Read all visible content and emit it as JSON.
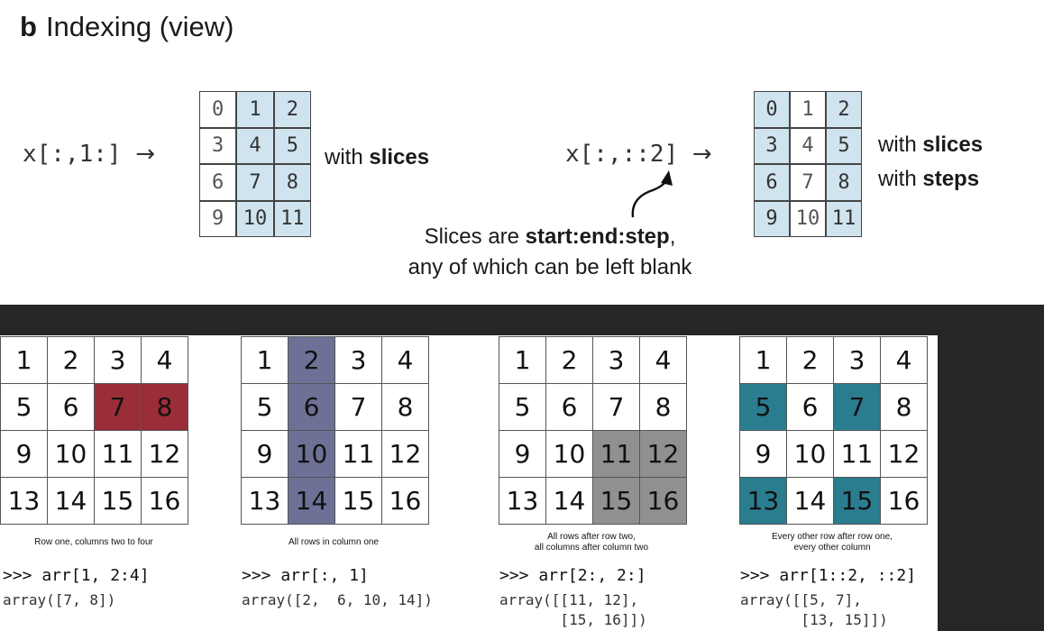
{
  "title": {
    "letter": "b",
    "text": "Indexing (view)"
  },
  "top": {
    "left": {
      "expr": "x[:,1:]",
      "arrow": "→",
      "cells": [
        "0",
        "1",
        "2",
        "3",
        "4",
        "5",
        "6",
        "7",
        "8",
        "9",
        "10",
        "11"
      ],
      "highlight": [
        false,
        true,
        true,
        false,
        true,
        true,
        false,
        true,
        true,
        false,
        true,
        true
      ],
      "label_pre": "with ",
      "label_bold": "slices"
    },
    "right": {
      "expr": "x[:,::2]",
      "arrow": "→",
      "cells": [
        "0",
        "1",
        "2",
        "3",
        "4",
        "5",
        "6",
        "7",
        "8",
        "9",
        "10",
        "11"
      ],
      "highlight": [
        true,
        false,
        true,
        true,
        false,
        true,
        true,
        false,
        true,
        true,
        false,
        true
      ],
      "label1_pre": "with ",
      "label1_bold": "slices",
      "label2_pre": "with ",
      "label2_bold": "steps"
    },
    "note": {
      "line1_pre": "Slices are ",
      "line1_bold": "start:end:step",
      "line1_post": ",",
      "line2": "any of which can be left blank"
    },
    "colors": {
      "highlight": "#cfe4ef",
      "border": "#444444"
    }
  },
  "bottom": {
    "panels": [
      {
        "cells": [
          "1",
          "2",
          "3",
          "4",
          "5",
          "6",
          "7",
          "8",
          "9",
          "10",
          "11",
          "12",
          "13",
          "14",
          "15",
          "16"
        ],
        "highlight": [
          6,
          7
        ],
        "color": "#9b2d38",
        "caption": "Row one, columns two to four",
        "expr": ">>> arr[1, 2:4]",
        "result": "array([7, 8])"
      },
      {
        "cells": [
          "1",
          "2",
          "3",
          "4",
          "5",
          "6",
          "7",
          "8",
          "9",
          "10",
          "11",
          "12",
          "13",
          "14",
          "15",
          "16"
        ],
        "highlight": [
          1,
          5,
          9,
          13
        ],
        "color": "#6e7196",
        "caption": "All rows in column one",
        "expr": ">>> arr[:, 1]",
        "result": "array([2,  6, 10, 14])"
      },
      {
        "cells": [
          "1",
          "2",
          "3",
          "4",
          "5",
          "6",
          "7",
          "8",
          "9",
          "10",
          "11",
          "12",
          "13",
          "14",
          "15",
          "16"
        ],
        "highlight": [
          10,
          11,
          14,
          15
        ],
        "color": "#8e9190",
        "caption": "All rows after row two,\nall columns after column two",
        "expr": ">>> arr[2:, 2:]",
        "result": "array([[11, 12],\n       [15, 16]])"
      },
      {
        "cells": [
          "1",
          "2",
          "3",
          "4",
          "5",
          "6",
          "7",
          "8",
          "9",
          "10",
          "11",
          "12",
          "13",
          "14",
          "15",
          "16"
        ],
        "highlight": [
          4,
          6,
          12,
          14
        ],
        "color": "#2a7d8e",
        "caption": "Every other row after row one,\nevery other column",
        "expr": ">>> arr[1::2, ::2]",
        "result": "array([[5, 7],\n       [13, 15]])"
      }
    ]
  }
}
